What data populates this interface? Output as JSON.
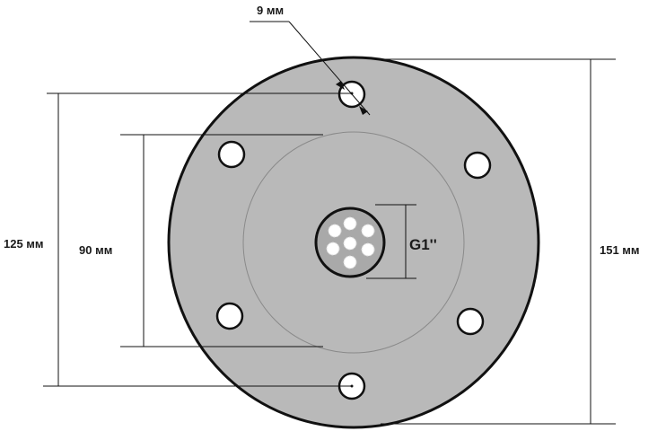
{
  "labels": {
    "hole_diameter": "9 мм",
    "bolt_circle": "125 мм",
    "inner_circle": "90 мм",
    "outer_diameter": "151 мм",
    "thread": "G1''"
  },
  "colors": {
    "flange_fill": "#b9b9b9",
    "flange_stroke": "#111111",
    "inner_ring": "#8a8a8a",
    "hole_fill": "#ffffff",
    "core_fill": "#a9a9a9",
    "perforation_stroke": "#d8d8d8"
  }
}
